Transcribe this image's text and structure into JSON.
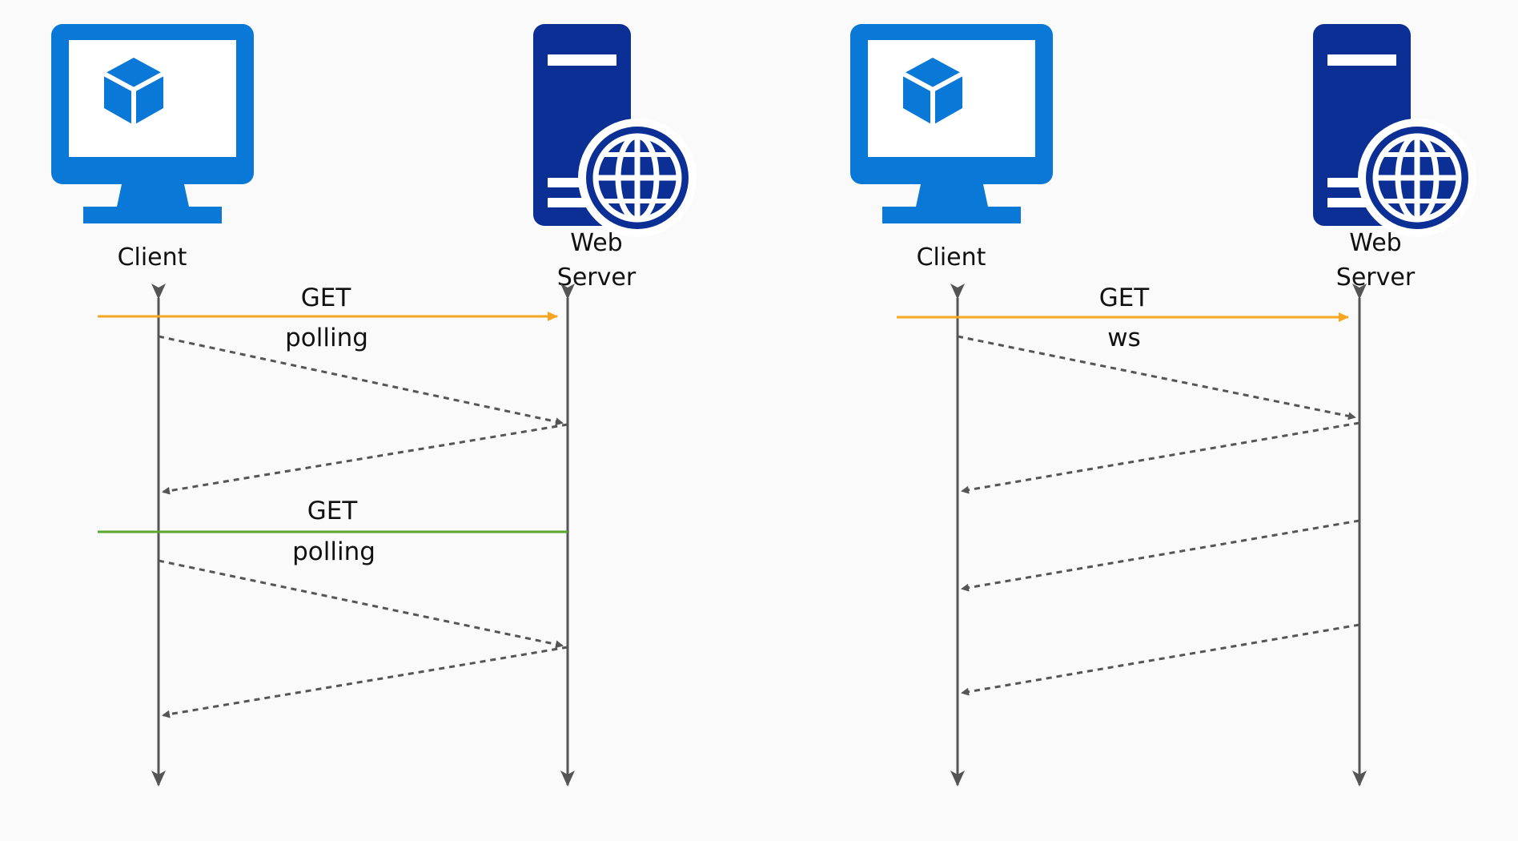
{
  "colors": {
    "client_icon": "#0a78d7",
    "client_icon_inner": "#ffffff",
    "server_icon": "#0b2f94",
    "server_slot": "#ffffff",
    "lifeline": "#555555",
    "get_request_orange": "#f5a623",
    "get_request_green": "#5aa82f",
    "dashed_message": "#555555",
    "background": "#fafafa"
  },
  "icons": {
    "client": "monitor-with-cube-icon",
    "server": "server-tower-with-globe-icon"
  },
  "left_diagram": {
    "client_label": "Client",
    "server_label_line1": "Web",
    "server_label_line2": "Server",
    "request1_method": "GET",
    "request1_type": "polling",
    "request2_method": "GET",
    "request2_type": "polling"
  },
  "right_diagram": {
    "client_label": "Client",
    "server_label_line1": "Web",
    "server_label_line2": "Server",
    "request_method": "GET",
    "request_type": "ws"
  }
}
